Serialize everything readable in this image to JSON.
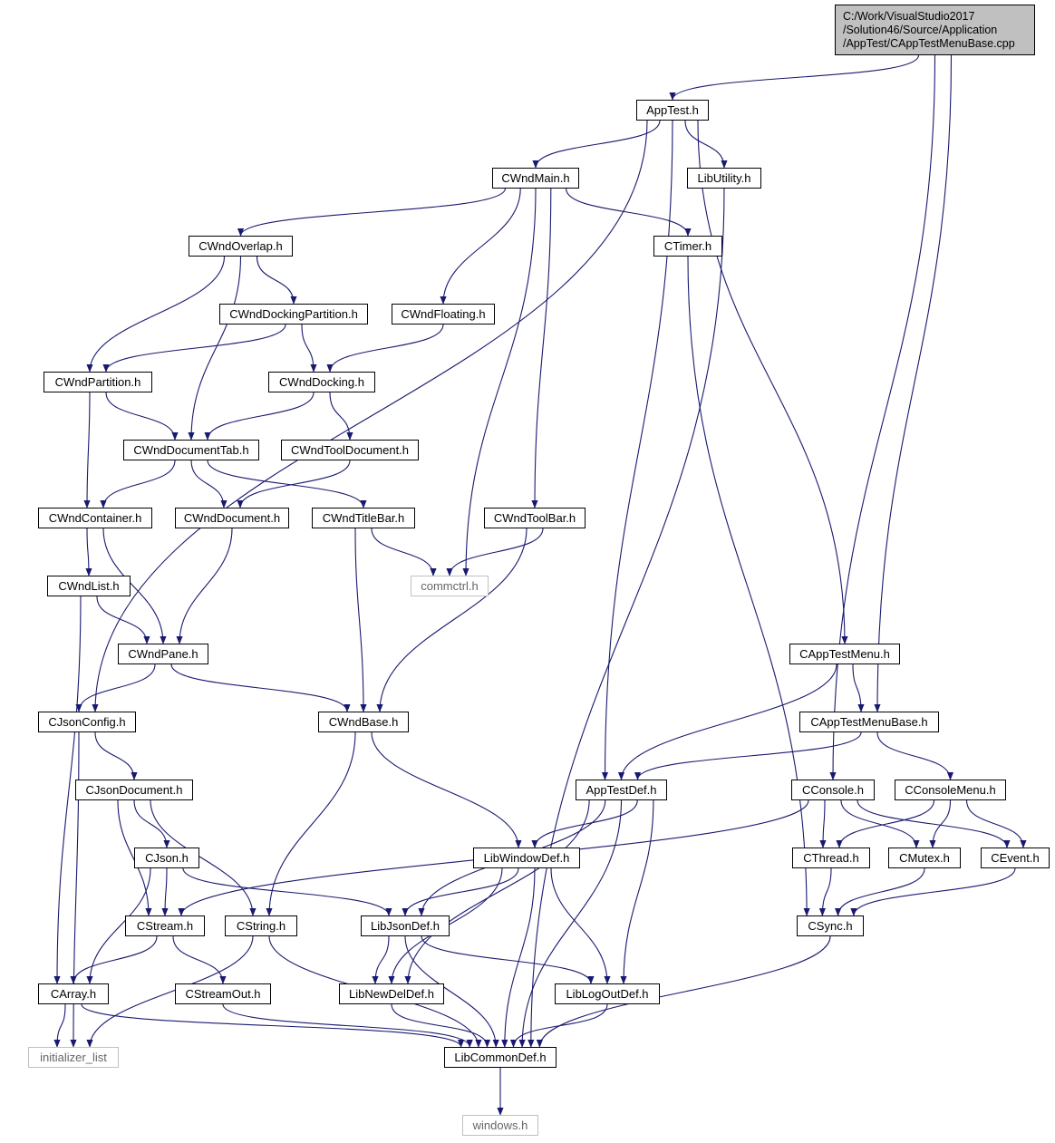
{
  "diagram": {
    "root_label": "C:/Work/VisualStudio2017\n/Solution46/Source/Application\n/AppTest/CAppTestMenuBase.cpp",
    "colors": {
      "edge": "#191970",
      "root_fill": "#c0c0c0",
      "external_border": "#c0c0c0",
      "node_border": "#000000"
    },
    "nodes": [
      {
        "id": "root",
        "label": "C:/Work/VisualStudio2017\n/Solution46/Source/Application\n/AppTest/CAppTestMenuBase.cpp"
      },
      {
        "id": "apptest",
        "label": "AppTest.h"
      },
      {
        "id": "cwndmain",
        "label": "CWndMain.h"
      },
      {
        "id": "libutility",
        "label": "LibUtility.h"
      },
      {
        "id": "cwndoverlap",
        "label": "CWndOverlap.h"
      },
      {
        "id": "ctimer",
        "label": "CTimer.h"
      },
      {
        "id": "cwnddockingpartition",
        "label": "CWndDockingPartition.h"
      },
      {
        "id": "cwndfloating",
        "label": "CWndFloating.h"
      },
      {
        "id": "cwndpartition",
        "label": "CWndPartition.h"
      },
      {
        "id": "cwnddocking",
        "label": "CWndDocking.h"
      },
      {
        "id": "cwnddocumenttab",
        "label": "CWndDocumentTab.h"
      },
      {
        "id": "cwndtooldocument",
        "label": "CWndToolDocument.h"
      },
      {
        "id": "cwndcontainer",
        "label": "CWndContainer.h"
      },
      {
        "id": "cwnddocument",
        "label": "CWndDocument.h"
      },
      {
        "id": "cwndtitlebar",
        "label": "CWndTitleBar.h"
      },
      {
        "id": "cwndtoolbar",
        "label": "CWndToolBar.h"
      },
      {
        "id": "commctrl",
        "label": "commctrl.h"
      },
      {
        "id": "cwndlist",
        "label": "CWndList.h"
      },
      {
        "id": "cwndpane",
        "label": "CWndPane.h"
      },
      {
        "id": "capptestmenu",
        "label": "CAppTestMenu.h"
      },
      {
        "id": "cjsonconfig",
        "label": "CJsonConfig.h"
      },
      {
        "id": "cwndbase",
        "label": "CWndBase.h"
      },
      {
        "id": "capptestmenubase",
        "label": "CAppTestMenuBase.h"
      },
      {
        "id": "cjsondocument",
        "label": "CJsonDocument.h"
      },
      {
        "id": "apptestdef",
        "label": "AppTestDef.h"
      },
      {
        "id": "cconsole",
        "label": "CConsole.h"
      },
      {
        "id": "cconsolemenu",
        "label": "CConsoleMenu.h"
      },
      {
        "id": "cjson",
        "label": "CJson.h"
      },
      {
        "id": "libwindowdef",
        "label": "LibWindowDef.h"
      },
      {
        "id": "cthread",
        "label": "CThread.h"
      },
      {
        "id": "cmutex",
        "label": "CMutex.h"
      },
      {
        "id": "cevent",
        "label": "CEvent.h"
      },
      {
        "id": "cstream",
        "label": "CStream.h"
      },
      {
        "id": "cstring",
        "label": "CString.h"
      },
      {
        "id": "libjsondef",
        "label": "LibJsonDef.h"
      },
      {
        "id": "csync",
        "label": "CSync.h"
      },
      {
        "id": "carray",
        "label": "CArray.h"
      },
      {
        "id": "cstreamout",
        "label": "CStreamOut.h"
      },
      {
        "id": "libnewdeldef",
        "label": "LibNewDelDef.h"
      },
      {
        "id": "liblogoutdef",
        "label": "LibLogOutDef.h"
      },
      {
        "id": "initializer_list",
        "label": "initializer_list"
      },
      {
        "id": "libcommondef",
        "label": "LibCommonDef.h"
      },
      {
        "id": "windows",
        "label": "windows.h"
      }
    ],
    "edges": [
      {
        "from": "root",
        "to": "apptest"
      },
      {
        "from": "root",
        "to": "capptestmenubase"
      },
      {
        "from": "root",
        "to": "cconsole"
      },
      {
        "from": "apptest",
        "to": "cwndmain"
      },
      {
        "from": "apptest",
        "to": "libutility"
      },
      {
        "from": "apptest",
        "to": "cjsonconfig"
      },
      {
        "from": "apptest",
        "to": "apptestdef"
      },
      {
        "from": "apptest",
        "to": "capptestmenu"
      },
      {
        "from": "cwndmain",
        "to": "cwndoverlap"
      },
      {
        "from": "cwndmain",
        "to": "ctimer"
      },
      {
        "from": "cwndmain",
        "to": "cwndfloating"
      },
      {
        "from": "cwndmain",
        "to": "cwndtoolbar"
      },
      {
        "from": "cwndmain",
        "to": "commctrl"
      },
      {
        "from": "libutility",
        "to": "libcommondef"
      },
      {
        "from": "cwndoverlap",
        "to": "cwnddockingpartition"
      },
      {
        "from": "cwndoverlap",
        "to": "cwndpartition"
      },
      {
        "from": "cwndoverlap",
        "to": "cwnddocumenttab"
      },
      {
        "from": "ctimer",
        "to": "csync"
      },
      {
        "from": "cwnddockingpartition",
        "to": "cwndpartition"
      },
      {
        "from": "cwnddockingpartition",
        "to": "cwnddocking"
      },
      {
        "from": "cwndfloating",
        "to": "cwnddocking"
      },
      {
        "from": "cwndpartition",
        "to": "cwnddocumenttab"
      },
      {
        "from": "cwndpartition",
        "to": "cwndcontainer"
      },
      {
        "from": "cwnddocking",
        "to": "cwnddocumenttab"
      },
      {
        "from": "cwnddocking",
        "to": "cwndtooldocument"
      },
      {
        "from": "cwnddocumenttab",
        "to": "cwndcontainer"
      },
      {
        "from": "cwnddocumenttab",
        "to": "cwnddocument"
      },
      {
        "from": "cwnddocumenttab",
        "to": "cwndtitlebar"
      },
      {
        "from": "cwndtooldocument",
        "to": "cwnddocument"
      },
      {
        "from": "cwndcontainer",
        "to": "cwndlist"
      },
      {
        "from": "cwndcontainer",
        "to": "cwndpane"
      },
      {
        "from": "cwnddocument",
        "to": "cwndpane"
      },
      {
        "from": "cwndtitlebar",
        "to": "commctrl"
      },
      {
        "from": "cwndtitlebar",
        "to": "cwndbase"
      },
      {
        "from": "cwndtoolbar",
        "to": "commctrl"
      },
      {
        "from": "cwndtoolbar",
        "to": "cwndbase"
      },
      {
        "from": "cwndlist",
        "to": "cwndpane"
      },
      {
        "from": "cwndlist",
        "to": "carray"
      },
      {
        "from": "cwndpane",
        "to": "cjsonconfig"
      },
      {
        "from": "cwndpane",
        "to": "cwndbase"
      },
      {
        "from": "capptestmenu",
        "to": "capptestmenubase"
      },
      {
        "from": "capptestmenu",
        "to": "apptestdef"
      },
      {
        "from": "cjsonconfig",
        "to": "cjsondocument"
      },
      {
        "from": "cjsonconfig",
        "to": "initializer_list"
      },
      {
        "from": "cwndbase",
        "to": "cstring"
      },
      {
        "from": "cwndbase",
        "to": "libwindowdef"
      },
      {
        "from": "capptestmenubase",
        "to": "apptestdef"
      },
      {
        "from": "capptestmenubase",
        "to": "cconsolemenu"
      },
      {
        "from": "cjsondocument",
        "to": "cjson"
      },
      {
        "from": "cjsondocument",
        "to": "cstream"
      },
      {
        "from": "cjsondocument",
        "to": "cstring"
      },
      {
        "from": "apptestdef",
        "to": "libwindowdef"
      },
      {
        "from": "apptestdef",
        "to": "libjsondef"
      },
      {
        "from": "apptestdef",
        "to": "libnewdeldef"
      },
      {
        "from": "apptestdef",
        "to": "liblogoutdef"
      },
      {
        "from": "apptestdef",
        "to": "libcommondef"
      },
      {
        "from": "cconsole",
        "to": "cstream"
      },
      {
        "from": "cconsole",
        "to": "cthread"
      },
      {
        "from": "cconsole",
        "to": "cmutex"
      },
      {
        "from": "cconsole",
        "to": "cevent"
      },
      {
        "from": "cconsolemenu",
        "to": "cthread"
      },
      {
        "from": "cconsolemenu",
        "to": "cmutex"
      },
      {
        "from": "cconsolemenu",
        "to": "cevent"
      },
      {
        "from": "cjson",
        "to": "cstream"
      },
      {
        "from": "cjson",
        "to": "carray"
      },
      {
        "from": "cjson",
        "to": "libjsondef"
      },
      {
        "from": "libwindowdef",
        "to": "libjsondef"
      },
      {
        "from": "libwindowdef",
        "to": "libnewdeldef"
      },
      {
        "from": "libwindowdef",
        "to": "liblogoutdef"
      },
      {
        "from": "libwindowdef",
        "to": "libcommondef"
      },
      {
        "from": "cthread",
        "to": "csync"
      },
      {
        "from": "cmutex",
        "to": "csync"
      },
      {
        "from": "cevent",
        "to": "csync"
      },
      {
        "from": "cstream",
        "to": "carray"
      },
      {
        "from": "cstream",
        "to": "cstreamout"
      },
      {
        "from": "cstring",
        "to": "initializer_list"
      },
      {
        "from": "cstring",
        "to": "libcommondef"
      },
      {
        "from": "libjsondef",
        "to": "libnewdeldef"
      },
      {
        "from": "libjsondef",
        "to": "liblogoutdef"
      },
      {
        "from": "libjsondef",
        "to": "libcommondef"
      },
      {
        "from": "csync",
        "to": "libcommondef"
      },
      {
        "from": "carray",
        "to": "initializer_list"
      },
      {
        "from": "carray",
        "to": "libcommondef"
      },
      {
        "from": "cstreamout",
        "to": "libcommondef"
      },
      {
        "from": "libnewdeldef",
        "to": "libcommondef"
      },
      {
        "from": "liblogoutdef",
        "to": "libcommondef"
      },
      {
        "from": "libcommondef",
        "to": "windows"
      }
    ]
  }
}
